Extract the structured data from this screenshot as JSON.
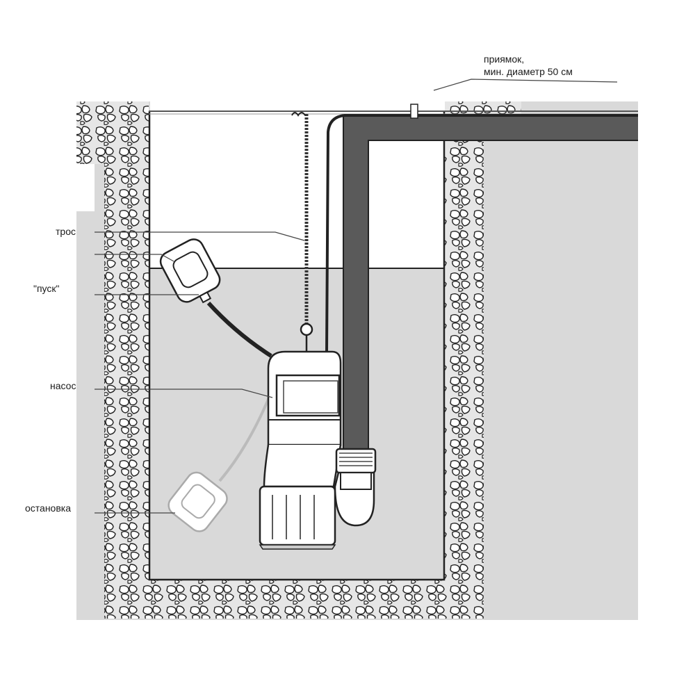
{
  "labels": {
    "sump_line1": "приямок,",
    "sump_line2": "мин. диаметр 50 см",
    "cable": "трос",
    "start": "\"пуск\"",
    "pump": "насос",
    "stop": "остановка"
  },
  "colors": {
    "ground": "#d9d9d9",
    "water": "#d9d9d9",
    "air": "#ffffff",
    "hose": "#555555",
    "outline": "#333333"
  }
}
